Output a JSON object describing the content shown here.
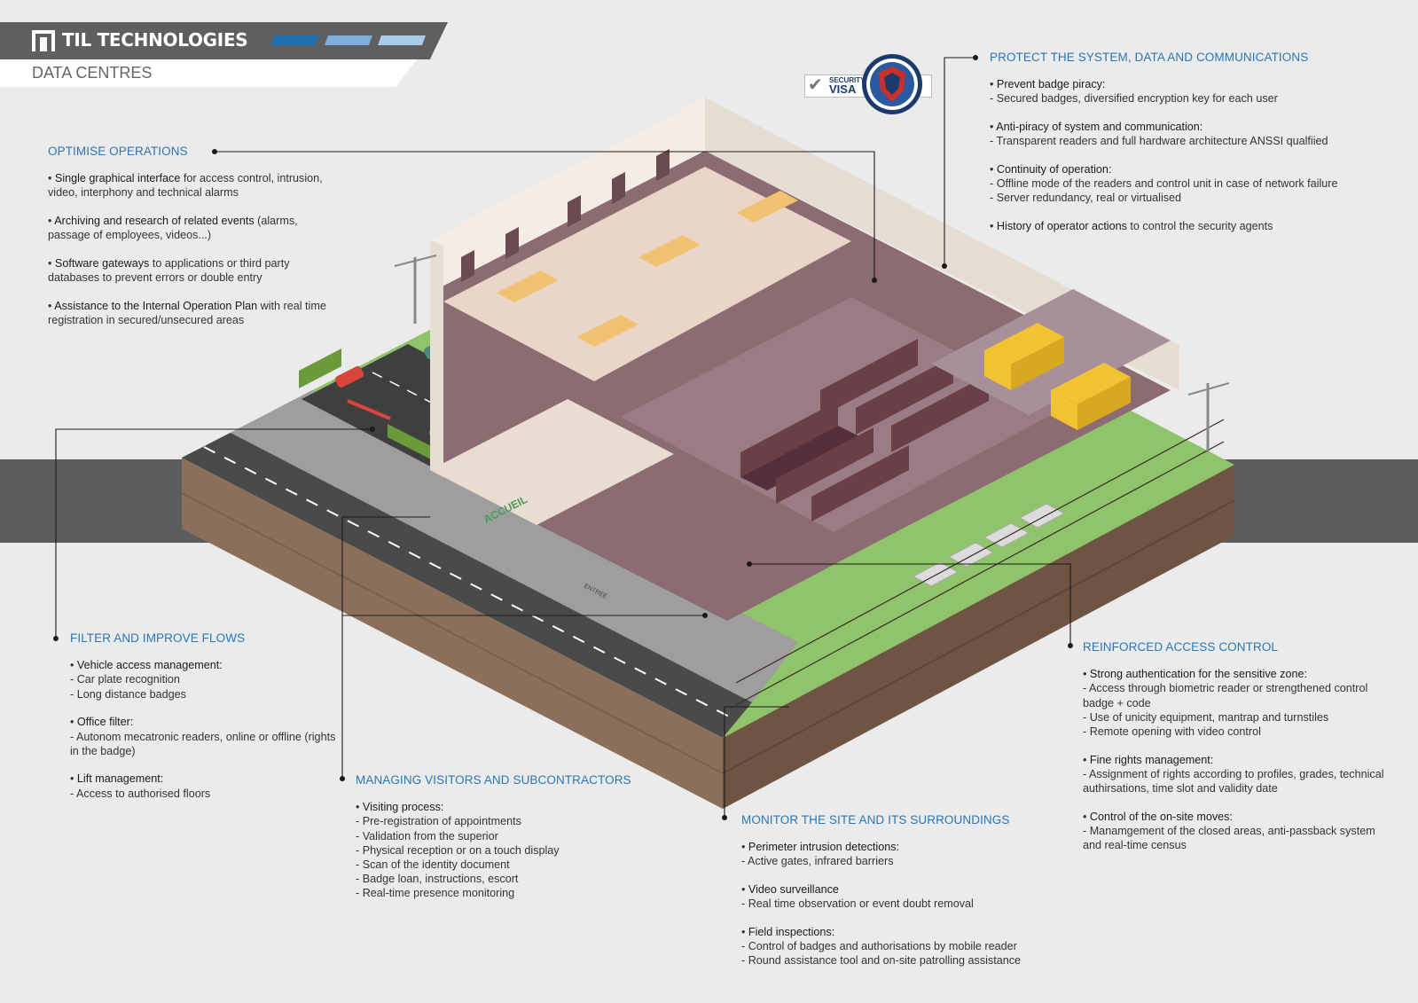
{
  "brand": {
    "name": "TIL TECHNOLOGIES",
    "subtitle": "DATA CENTRES"
  },
  "colors": {
    "heading": "#2a76b8",
    "brand_bar": "#5f5f5f",
    "stripe_1": "#1f6fb0",
    "stripe_2": "#7eaedc",
    "stripe_3": "#aacbea",
    "band": "#5d5d5d",
    "background": "#ebebeb"
  },
  "badge": {
    "security": "SECURITY",
    "visa": "VISA"
  },
  "sections": {
    "optimise": {
      "heading": "OPTIMISE OPERATIONS",
      "items": [
        {
          "title": "Single graphical interface",
          "rest": " for access control, intrusion, video, interphony and technical alarms"
        },
        {
          "title": "Archiving and research of related events",
          "rest": " (alarms, passage of employees, videos...)"
        },
        {
          "title": "Software gateways",
          "rest": " to applications or third party databases to prevent errors or double entry"
        },
        {
          "title": "Assistance to the Internal Operation Plan",
          "rest": " with real time registration in secured/unsecured areas"
        }
      ]
    },
    "protect": {
      "heading": "PROTECT THE SYSTEM, DATA AND COMMUNICATIONS",
      "items": [
        {
          "title": "Prevent badge piracy:",
          "lines": [
            "- Secured badges, diversified encryption key for each user"
          ]
        },
        {
          "title": "Anti-piracy of system and communication:",
          "lines": [
            "- Transparent readers and full hardware architecture ANSSI qualfiied"
          ]
        },
        {
          "title": "Continuity of operation:",
          "lines": [
            "- Offline mode of the readers and control unit in case of network failure",
            "- Server redundancy, real or virtualised"
          ]
        },
        {
          "title": "History of operator actions",
          "rest": " to control the security agents"
        }
      ]
    },
    "filter": {
      "heading": "FILTER AND IMPROVE FLOWS",
      "items": [
        {
          "title": "Vehicle access management:",
          "lines": [
            "- Car plate recognition",
            "- Long distance badges"
          ]
        },
        {
          "title": "Office filter:",
          "lines": [
            "- Autonom mecatronic readers, online or offline (rights in the badge)"
          ]
        },
        {
          "title": "Lift management:",
          "lines": [
            "- Access to authorised floors"
          ]
        }
      ]
    },
    "visitors": {
      "heading": "MANAGING VISITORS AND SUBCONTRACTORS",
      "items": [
        {
          "title": "Visiting process:",
          "lines": [
            "- Pre-registration of appointments",
            "- Validation from the superior",
            "- Physical reception or on a touch display",
            "- Scan of the identity document",
            "- Badge loan, instructions, escort",
            "- Real-time presence monitoring"
          ]
        }
      ]
    },
    "monitor": {
      "heading": "MONITOR THE SITE AND ITS SURROUNDINGS",
      "items": [
        {
          "title": "Perimeter intrusion detections:",
          "lines": [
            "- Active gates, infrared barriers"
          ]
        },
        {
          "title": "Video surveillance",
          "lines": [
            "- Real time observation or event doubt removal"
          ]
        },
        {
          "title": "Field inspections:",
          "lines": [
            "- Control of badges and authorisations by mobile reader",
            "- Round assistance tool and on-site patrolling assistance"
          ]
        }
      ]
    },
    "reinforced": {
      "heading": "REINFORCED ACCESS CONTROL",
      "items": [
        {
          "title": "Strong authentication for the sensitive zone:",
          "lines": [
            "- Access through biometric reader or strengthened control badge + code",
            "- Use of unicity equipment, mantrap and turnstiles",
            "- Remote opening with video control"
          ]
        },
        {
          "title": "Fine rights management:",
          "lines": [
            "- Assignment of rights according to profiles, grades, technical authirsations, time slot and validity date"
          ]
        },
        {
          "title": "Control of the on-site moves:",
          "lines": [
            "- Manamgement of the closed areas, anti-passback system and real-time census"
          ]
        }
      ]
    }
  },
  "scene_labels": {
    "reception": "ACCUEIL",
    "entrance": "ENTREE"
  }
}
